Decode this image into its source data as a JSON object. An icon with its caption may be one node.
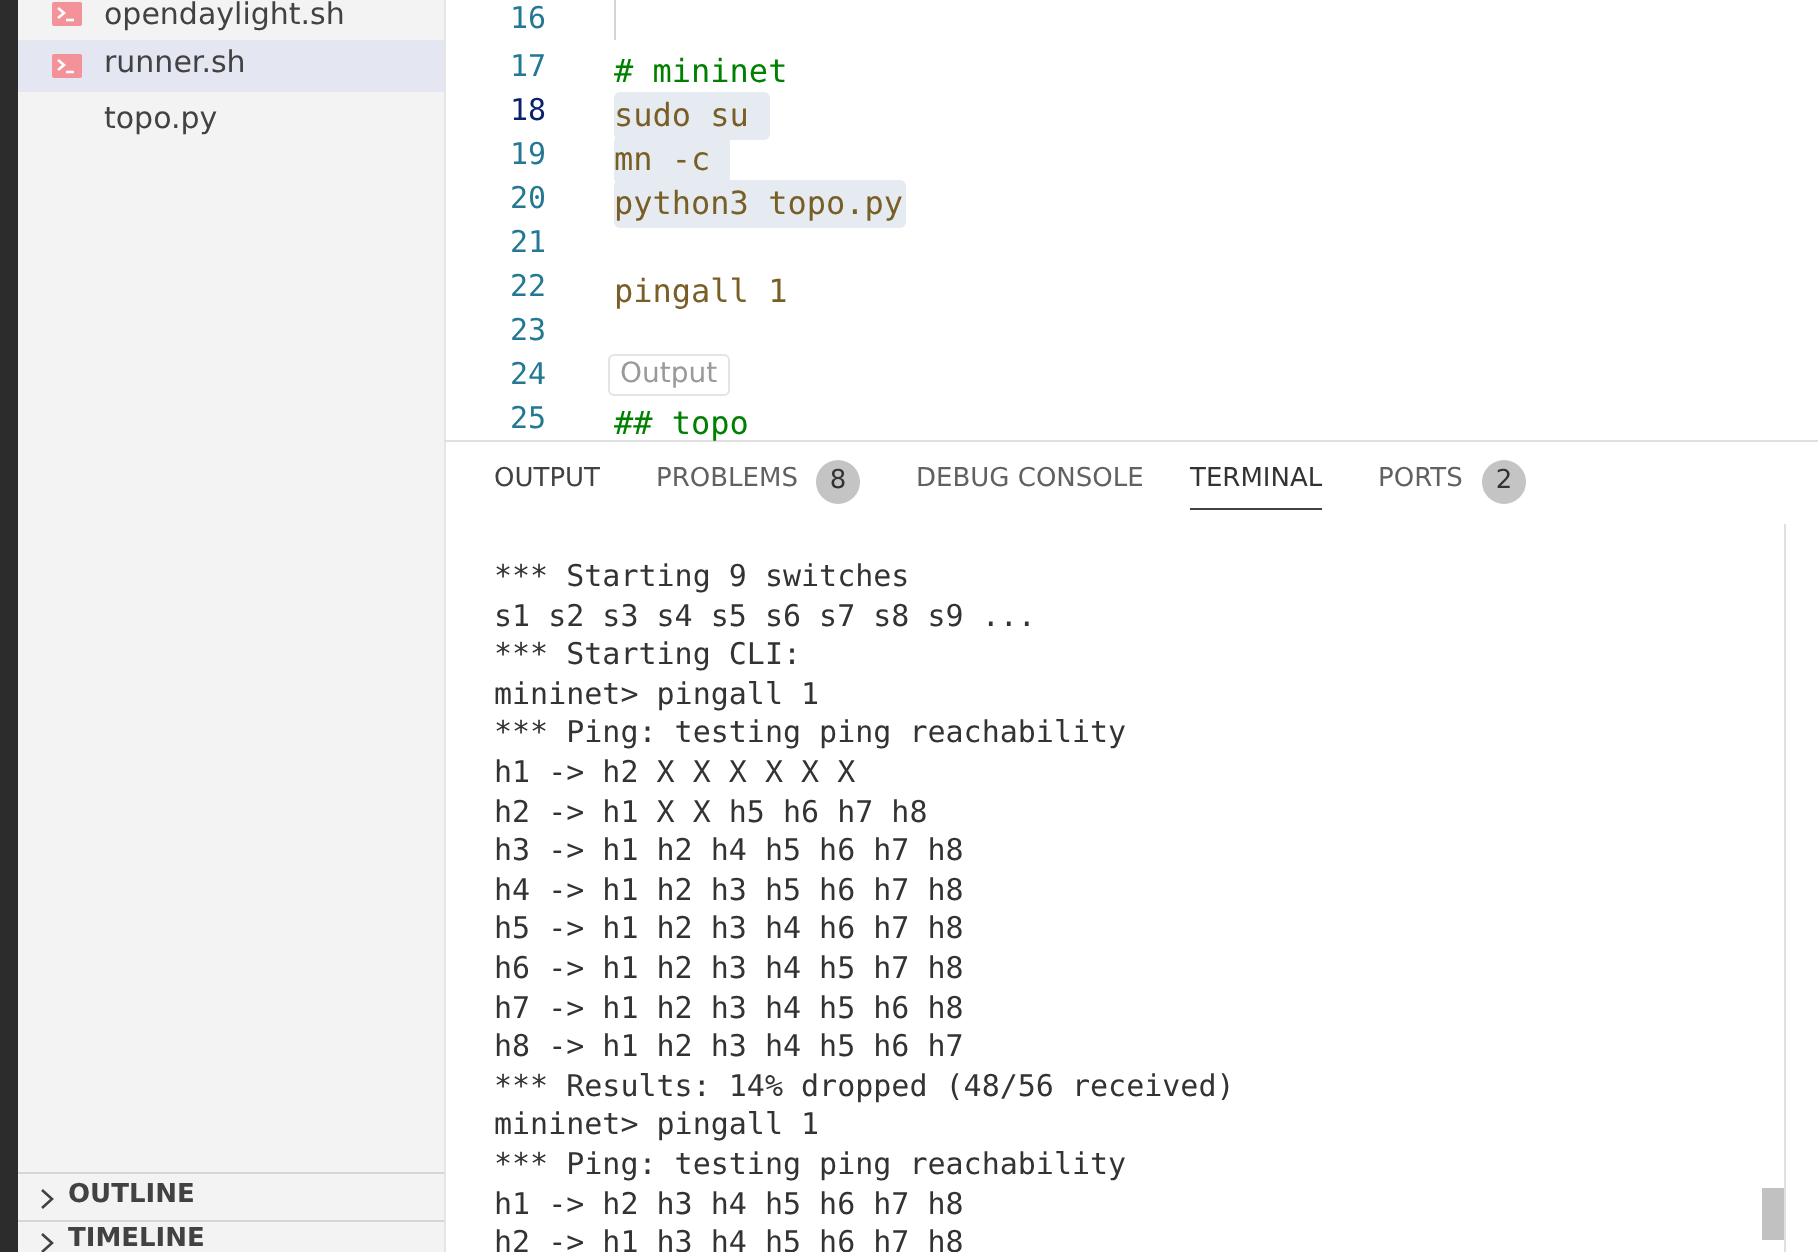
{
  "diagram": {
    "labels": [
      "opendaylight.sh",
      "runner.sh",
      "topo.py",
      "16",
      "17",
      "# mininet",
      "18",
      "sudo su",
      "19",
      "mn -c",
      "20",
      "python3 topo.py",
      "21",
      "22",
      "pingall 1",
      "23",
      "24",
      "Output",
      "25",
      "## topo",
      "OUTPUT",
      "PROBLEMS",
      "8",
      "DEBUG CONSOLE",
      "TERMINAL",
      "PORTS",
      "2",
      "*** Starting 9 switches",
      "s1 s2 s3 s4 s5 s6 s7 s8 s9 ...",
      "*** Starting CLI:",
      "mininet> pingall 1",
      "*** Ping: testing ping reachability",
      "h1 -> h2 X X X X X X",
      "h2 -> h1 X X h5 h6 h7 h8",
      "h3 -> h1 h2 h4 h5 h6 h7 h8",
      "h4 -> h1 h2 h3 h5 h6 h7 h8",
      "h5 -> h1 h2 h3 h4 h6 h7 h8",
      "h6 -> h1 h2 h3 h4 h5 h7 h8",
      "h7 -> h1 h2 h3 h4 h5 h6 h8",
      "h8 -> h1 h2 h3 h4 h5 h6 h7",
      "*** Results: 14% dropped (48/56 received)",
      "mininet> pingall 1",
      "*** Ping: testing ping reachability",
      "h1 -> h2 h3 h4 h5 h6 h7 h8",
      "h2 -> h1 h3 h4 h5 h6 h7 h8",
      "OUTLINE",
      "TIMELINE"
    ]
  }
}
